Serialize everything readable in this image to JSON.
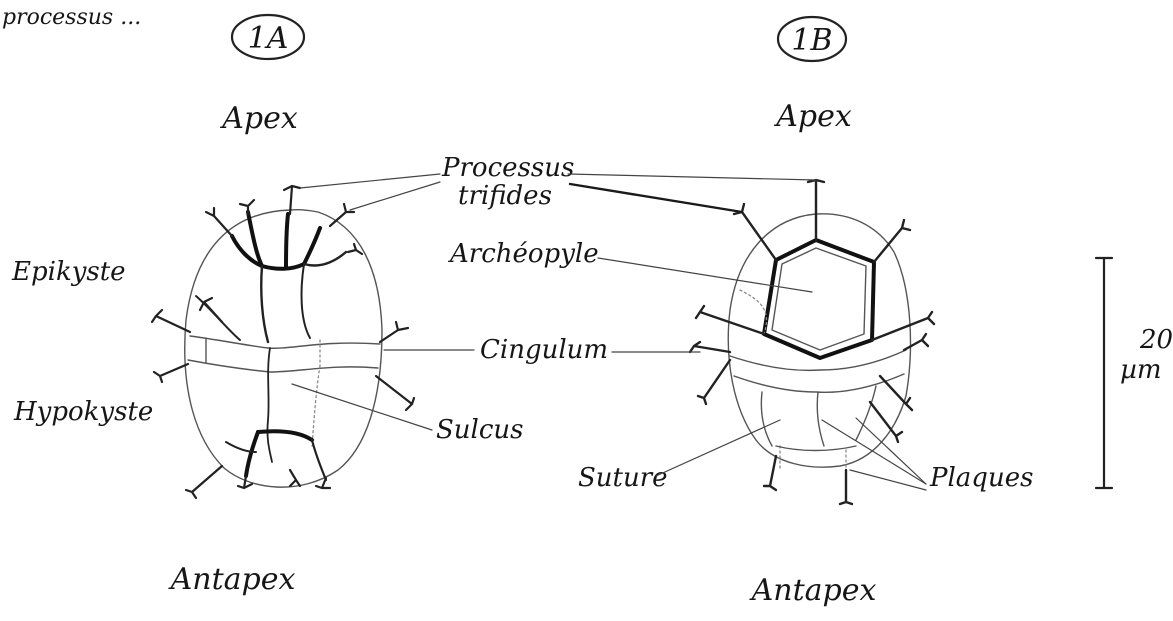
{
  "fragment_top_left": "processus ...",
  "figure_a": {
    "label": "1A",
    "top": "Apex",
    "bottom": "Antapex"
  },
  "figure_b": {
    "label": "1B",
    "top": "Apex",
    "bottom": "Antapex"
  },
  "labels": {
    "epikyste": "Epikyste",
    "hypokyste": "Hypokyste",
    "processus_line1": "Processus",
    "processus_line2": "trifides",
    "archeopyle": "Archéopyle",
    "cingulum": "Cingulum",
    "sulcus": "Sulcus",
    "suture": "Suture",
    "plaques": "Plaques"
  },
  "scale_bar": {
    "value": "20",
    "unit": "µm"
  }
}
